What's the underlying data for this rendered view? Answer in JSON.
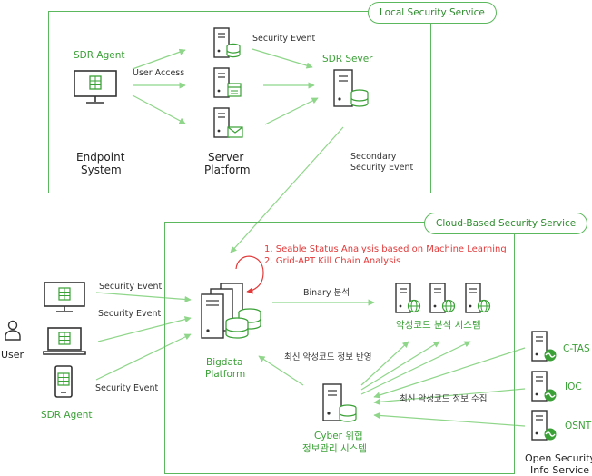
{
  "local_section": {
    "title": "Local Security Service"
  },
  "cloud_section": {
    "title": "Cloud-Based Security Service"
  },
  "sdr_agent_top": "SDR Agent",
  "user_access": "User Access",
  "security_event_top": "Security Event",
  "sdr_server": "SDR Sever",
  "endpoint_system": [
    "Endpoint",
    "System"
  ],
  "server_platform": [
    "Server",
    "Platform"
  ],
  "secondary_event": [
    "Secondary",
    "Security Event"
  ],
  "analysis_steps": [
    "1. Seable Status Analysis based on Machine Learning",
    "2. Grid-APT Kill Chain Analysis"
  ],
  "binary_analysis": "Binary 분석",
  "malware_system": "악성코드 분석 시스템",
  "latest_malware_report": "최신 악성코드 정보 반영",
  "latest_malware_collect": "최신 악성코드 정보 수집",
  "bigdata_platform": [
    "Bigdata",
    "Platform"
  ],
  "cyber_threat": [
    "Cyber 위협",
    "정보관리 시스템"
  ],
  "user_label": "User",
  "security_events_left": [
    "Security Event",
    "Security Event",
    "Security Event"
  ],
  "sdr_agent_bottom": "SDR Agent",
  "intel_sources": [
    "C-TAS",
    "IOC",
    "OSNT"
  ],
  "open_security": [
    "Open Security",
    "Info Service"
  ],
  "colors": {
    "accent_green": "#3aa136",
    "line_green": "#8fd68a",
    "alert_red": "#e23a3a"
  }
}
